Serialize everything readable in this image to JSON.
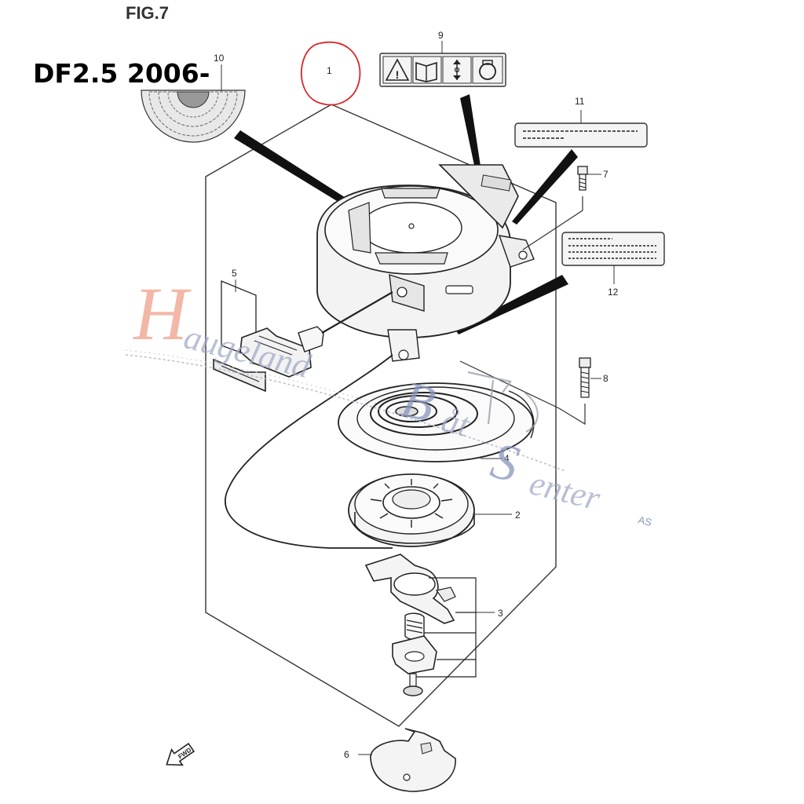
{
  "figure": {
    "title": "FIG.7",
    "model_label": "DF2.5 2006-"
  },
  "callouts": {
    "c1": "1",
    "c2": "2",
    "c3": "3",
    "c4": "4",
    "c5": "5",
    "c6": "6",
    "c7": "7",
    "c8": "8",
    "c9": "9",
    "c10": "10",
    "c11": "11",
    "c12": "12"
  },
  "watermark": {
    "h": "H",
    "word1": "augeland",
    "b": "B",
    "word2": "åt",
    "s": "S",
    "word3": "enter",
    "suffix": "AS"
  },
  "fwd_label": "FWD",
  "colors": {
    "line": "#222222",
    "highlight_circle": "#d9252b",
    "watermark_red": "#f0a08a",
    "watermark_blue": "#8796bd"
  }
}
